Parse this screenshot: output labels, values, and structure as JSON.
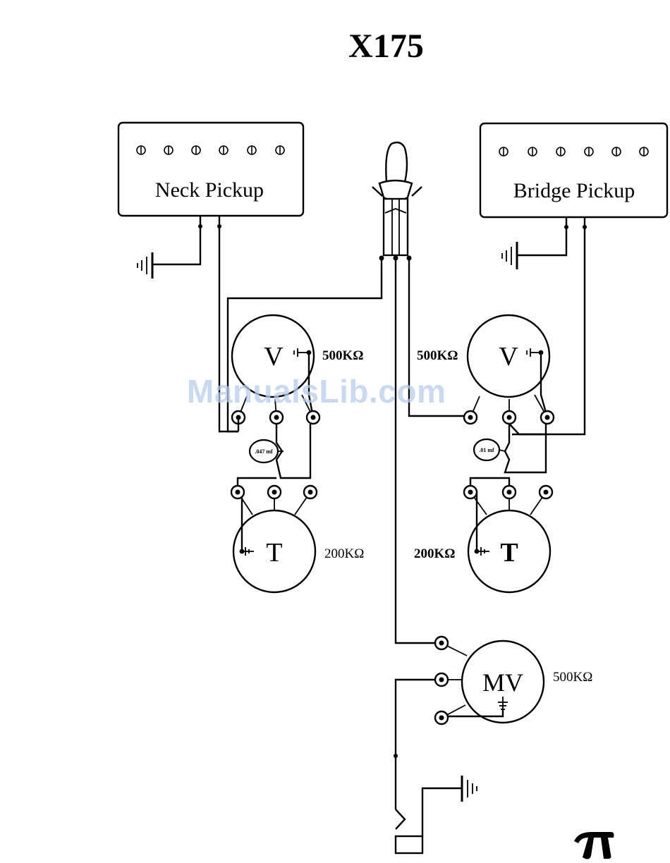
{
  "title": "X175",
  "watermark": "ManualsLib.com",
  "pickups": {
    "neck": "Neck Pickup",
    "bridge": "Bridge Pickup"
  },
  "pots": {
    "neck_volume": {
      "letter": "V",
      "value": "500KΩ"
    },
    "neck_tone": {
      "letter": "T",
      "value": "200KΩ"
    },
    "bridge_volume": {
      "letter": "V",
      "value": "500KΩ"
    },
    "bridge_tone": {
      "letter": "T",
      "value": "200KΩ"
    },
    "master_volume": {
      "letter": "MV",
      "value": "500KΩ"
    }
  },
  "capacitors": {
    "neck": ".047 mf",
    "bridge": ".01 mf"
  },
  "icons": [
    "ground-symbol-icon",
    "toggle-switch-icon",
    "output-jack-icon",
    "brand-logo-icon"
  ]
}
